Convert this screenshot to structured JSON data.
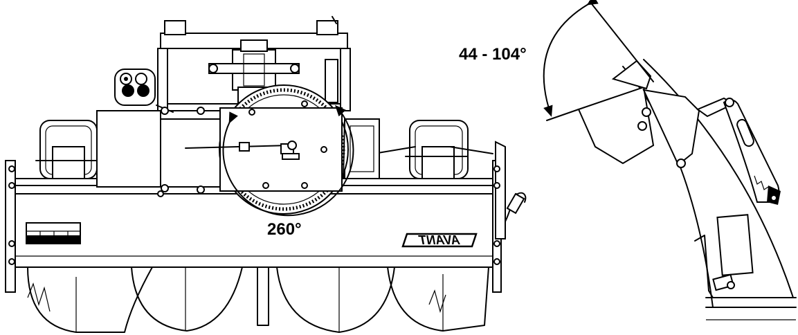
{
  "labels": {
    "rotation_angle": "260°",
    "tilt_angle": "44 - 104°",
    "brand_logo": "AVANT"
  }
}
